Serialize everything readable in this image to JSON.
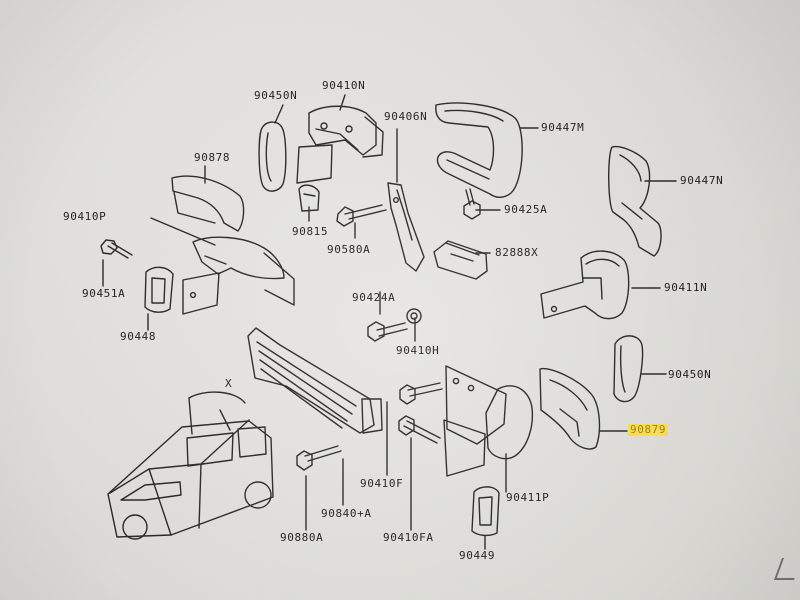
{
  "diagram": {
    "labels": {
      "p90450N_top": "90450N",
      "p90410N_top": "90410N",
      "p90406N": "90406N",
      "p90447M": "90447M",
      "p90878": "90878",
      "p90447N": "90447N",
      "p90410P": "90410P",
      "p90815": "90815",
      "p90425A": "90425A",
      "p90580A": "90580A",
      "p82888X": "82888X",
      "p90451A": "90451A",
      "p90411N": "90411N",
      "p90424A": "90424A",
      "p90448": "90448",
      "p90410H": "90410H",
      "p90450N_right": "90450N",
      "p90879": "90879",
      "pX": "X",
      "p90410F": "90410F",
      "p90411P": "90411P",
      "p90840A": "90840+A",
      "p90880A": "90880A",
      "p90410FA": "90410FA",
      "p90449": "90449"
    },
    "highlight_color": "#ffe45c"
  }
}
